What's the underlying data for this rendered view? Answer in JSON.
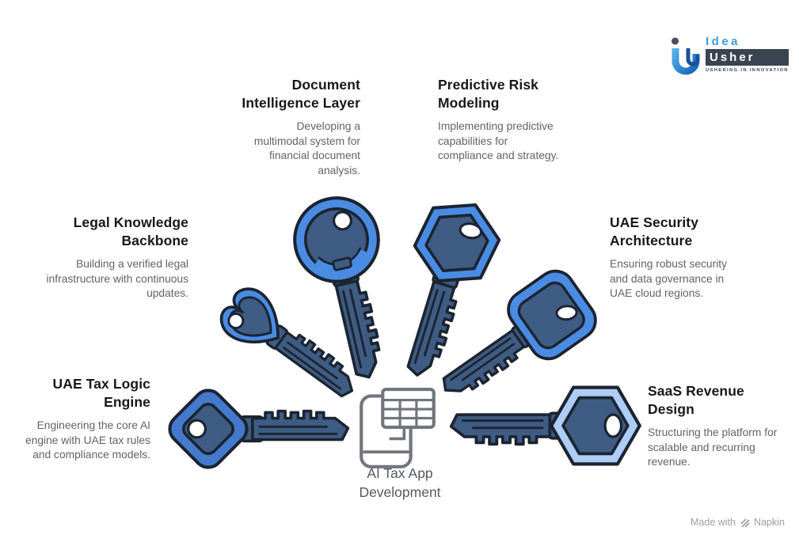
{
  "center": {
    "label": "AI Tax App Development",
    "icon": "phone-spreadsheet-icon"
  },
  "items": [
    {
      "id": "document-intelligence-layer",
      "title": "Document Intelligence Layer",
      "description": "Developing a multimodal system for financial document analysis.",
      "key_shape": "round-head-key"
    },
    {
      "id": "predictive-risk-modeling",
      "title": "Predictive Risk Modeling",
      "description": "Implementing predictive capabilities for compliance and strategy.",
      "key_shape": "hexagon-head-key"
    },
    {
      "id": "legal-knowledge-backbone",
      "title": "Legal Knowledge Backbone",
      "description": "Building a verified legal infrastructure with continuous updates.",
      "key_shape": "heart-head-key"
    },
    {
      "id": "uae-security-architecture",
      "title": "UAE Security Architecture",
      "description": "Ensuring robust security and data governance in UAE cloud regions.",
      "key_shape": "rounded-square-head-key"
    },
    {
      "id": "uae-tax-logic-engine",
      "title": "UAE Tax Logic Engine",
      "description": "Engineering the core AI engine with UAE tax rules and compliance models.",
      "key_shape": "diamond-head-key"
    },
    {
      "id": "saas-revenue-design",
      "title": "SaaS Revenue Design",
      "description": "Structuring the platform for scalable and recurring revenue.",
      "key_shape": "light-hexagon-head-key"
    }
  ],
  "colors": {
    "key_rim": "#4a8ce4",
    "key_rim_deep": "#4579cd",
    "key_rim_light": "#aecdf6",
    "key_body": "#3f5c84",
    "key_outline": "#1b2430",
    "title_text": "#16181c",
    "description_text": "#5f6368",
    "center_label_text": "#55595e"
  },
  "branding": {
    "idea": "Idea",
    "usher": "Usher",
    "tagline": "USHERING IN INNOVATION",
    "made_with": "Made with",
    "napkin": "Napkin"
  }
}
